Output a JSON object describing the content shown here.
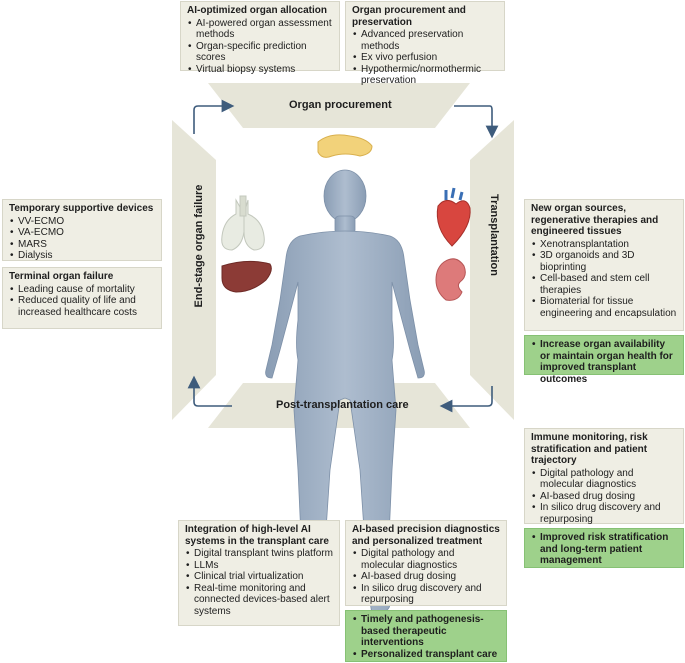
{
  "stages": {
    "top": "Organ procurement",
    "right": "Transplantation",
    "bottom": "Post-transplantation care",
    "left": "End-stage organ failure"
  },
  "boxes": {
    "ai_allocation": {
      "title": "AI-optimized organ allocation",
      "items": [
        "AI-powered organ assessment methods",
        "Organ-specific prediction scores",
        "Virtual biopsy systems"
      ]
    },
    "procurement": {
      "title": "Organ procurement and preservation",
      "items": [
        "Advanced preservation methods",
        "Ex vivo perfusion",
        "Hypothermic/normothermic preservation"
      ]
    },
    "supportive": {
      "title": "Temporary supportive devices",
      "items": [
        "VV-ECMO",
        "VA-ECMO",
        "MARS",
        "Dialysis"
      ]
    },
    "terminal": {
      "title": "Terminal organ failure",
      "items": [
        "Leading cause of mortality",
        "Reduced quality of life and increased healthcare costs"
      ]
    },
    "new_sources": {
      "title": "New organ sources, regenerative therapies and engineered tissues",
      "items": [
        "Xenotransplantation",
        "3D organoids and 3D bioprinting",
        "Cell-based and stem cell therapies",
        "Biomaterial for tissue engineering and encapsulation"
      ]
    },
    "increase": {
      "items": [
        "Increase organ availability or maintain organ health for improved transplant outcomes"
      ]
    },
    "immune": {
      "title": "Immune monitoring, risk stratification and patient trajectory",
      "items": [
        "Digital pathology and molecular diagnostics",
        "AI-based drug dosing",
        "In silico drug discovery and repurposing"
      ]
    },
    "risk": {
      "items": [
        "Improved risk stratification and long-term patient management"
      ]
    },
    "integration": {
      "title": "Integration of high-level AI systems in the transplant care",
      "items": [
        "Digital transplant twins platform",
        "LLMs",
        "Clinical trial virtualization",
        "Real-time monitoring and connected devices-based alert systems"
      ]
    },
    "precision": {
      "title": "AI-based precision diagnostics and personalized treatment",
      "items": [
        "Digital pathology and molecular diagnostics",
        "AI-based drug dosing",
        "In silico drug discovery and repurposing"
      ]
    },
    "timely": {
      "items": [
        "Timely and pathogenesis-based therapeutic interventions",
        "Personalized transplant care"
      ]
    }
  },
  "colors": {
    "box_bg": "#efeee4",
    "green_bg": "#9ed18b",
    "trap_fill": "#e6e5d8",
    "body_fill": "#9fb0c4",
    "arrow": "#3e5c7c"
  }
}
